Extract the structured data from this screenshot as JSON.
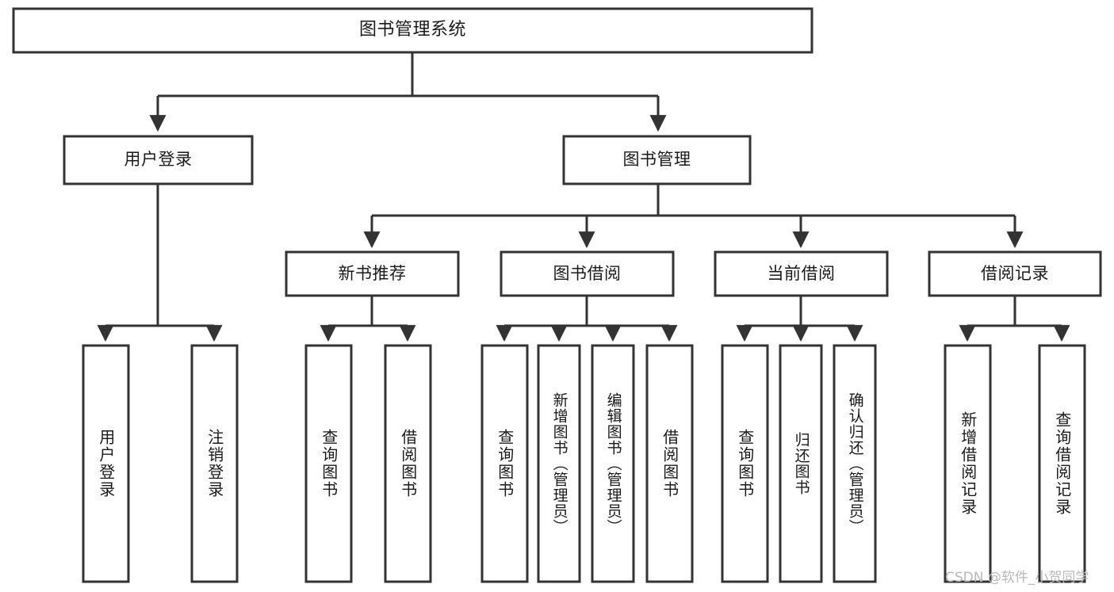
{
  "diagram": {
    "title": "图书管理系统",
    "type": "tree-hierarchy-chart",
    "style": {
      "box_stroke": "#333333",
      "box_fill": "#ffffff",
      "line_color": "#333333",
      "text_color": "#1a1a1a",
      "background": "#ffffff"
    },
    "levels": {
      "root": "图书管理系统",
      "level1": [
        "用户登录",
        "图书管理"
      ],
      "level2": [
        "新书推荐",
        "图书借阅",
        "当前借阅",
        "借阅记录"
      ]
    },
    "nodes": {
      "root": {
        "label": "图书管理系统"
      },
      "user_login": {
        "label": "用户登录"
      },
      "book_mgmt": {
        "label": "图书管理"
      },
      "new_book_rec": {
        "label": "新书推荐"
      },
      "book_borrow": {
        "label": "图书借阅"
      },
      "current_borrow": {
        "label": "当前借阅"
      },
      "borrow_record": {
        "label": "借阅记录"
      },
      "leaf_user_login": {
        "label": "用户登录"
      },
      "leaf_logout": {
        "label": "注销登录"
      },
      "leaf_query_book_1": {
        "label": "查询图书"
      },
      "leaf_borrow_book_1": {
        "label": "借阅图书"
      },
      "leaf_query_book_2": {
        "label": "查询图书"
      },
      "leaf_add_book": {
        "label": "新增图书（管理员）"
      },
      "leaf_edit_book": {
        "label": "编辑图书（管理员）"
      },
      "leaf_borrow_book_2": {
        "label": "借阅图书"
      },
      "leaf_query_book_3": {
        "label": "查询图书"
      },
      "leaf_return_book": {
        "label": "归还图书"
      },
      "leaf_confirm_return": {
        "label": "确认归还（管理员）"
      },
      "leaf_add_record": {
        "label": "新增借阅记录"
      },
      "leaf_query_record": {
        "label": "查询借阅记录"
      }
    },
    "edges": [
      {
        "from": "root",
        "to": "user_login"
      },
      {
        "from": "root",
        "to": "book_mgmt"
      },
      {
        "from": "user_login",
        "to": "leaf_user_login"
      },
      {
        "from": "user_login",
        "to": "leaf_logout"
      },
      {
        "from": "book_mgmt",
        "to": "new_book_rec"
      },
      {
        "from": "book_mgmt",
        "to": "book_borrow"
      },
      {
        "from": "book_mgmt",
        "to": "current_borrow"
      },
      {
        "from": "book_mgmt",
        "to": "borrow_record"
      },
      {
        "from": "new_book_rec",
        "to": "leaf_query_book_1"
      },
      {
        "from": "new_book_rec",
        "to": "leaf_borrow_book_1"
      },
      {
        "from": "book_borrow",
        "to": "leaf_query_book_2"
      },
      {
        "from": "book_borrow",
        "to": "leaf_add_book"
      },
      {
        "from": "book_borrow",
        "to": "leaf_edit_book"
      },
      {
        "from": "book_borrow",
        "to": "leaf_borrow_book_2"
      },
      {
        "from": "current_borrow",
        "to": "leaf_query_book_3"
      },
      {
        "from": "current_borrow",
        "to": "leaf_return_book"
      },
      {
        "from": "current_borrow",
        "to": "leaf_confirm_return"
      },
      {
        "from": "borrow_record",
        "to": "leaf_add_record"
      },
      {
        "from": "borrow_record",
        "to": "leaf_query_record"
      }
    ]
  },
  "watermark": {
    "text": "CSDN @软件_小贺同学"
  }
}
